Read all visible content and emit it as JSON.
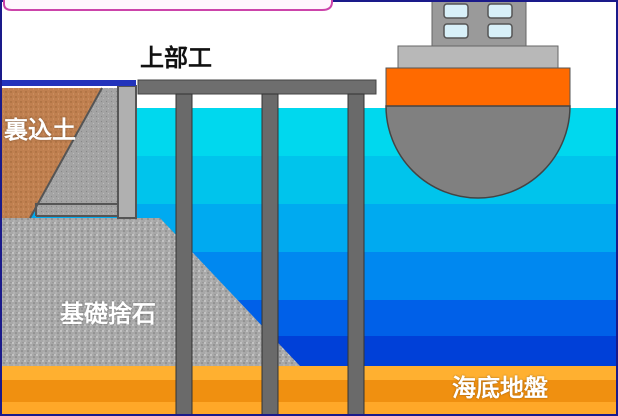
{
  "labels": {
    "superstructure": "上部工",
    "backfill": "裏込土",
    "foundation_rubble": "基礎捨石",
    "seabed": "海底地盤"
  },
  "colors": {
    "frame_border": "#1a1a8a",
    "callout_border": "#cc44aa",
    "sky": "#ffffff",
    "water_bands": [
      "#00d8ee",
      "#00c4ec",
      "#00aaf0",
      "#0088f0",
      "#0060e8",
      "#0040d8"
    ],
    "seabed_top": "#ffb030",
    "seabed_band": "#f09010",
    "rubble": "#a8a8a8",
    "backfill": "#c08050",
    "wall": "#a0a0a0",
    "pile": "#666666",
    "deck": "#6e6e6e",
    "ship_hull_top": "#ff6a00",
    "ship_hull": "#808080",
    "ship_cabin": "#9a9a9a",
    "ship_window": "#d8f0f8"
  }
}
